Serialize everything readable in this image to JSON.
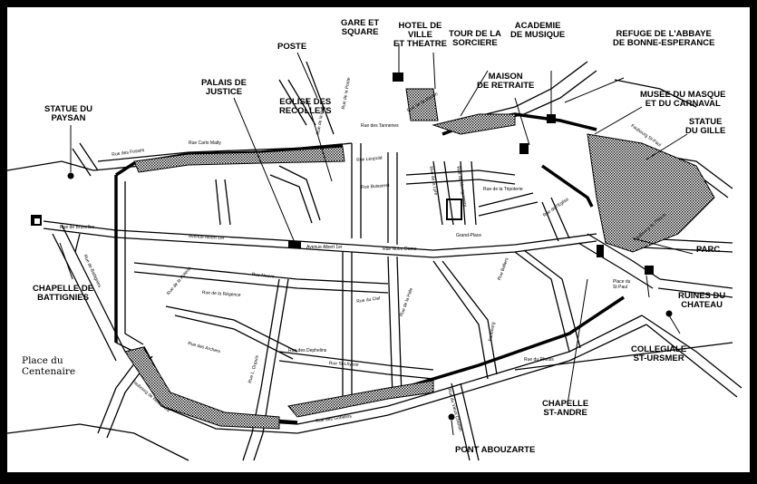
{
  "landmarks": {
    "poste": "POSTE",
    "gare": "GARE ET\nSQUARE",
    "hotel_de_ville": "HOTEL DE\nVILLE\nET THEATRE",
    "tour_sorciere": "TOUR DE LA\nSORCIERE",
    "academie": "ACADEMIE\nDE MUSIQUE",
    "refuge": "REFUGE DE L'ABBAYE\nDE BONNE-ESPERANCE",
    "palais_justice": "PALAIS DE\nJUSTICE",
    "eglise_recollets": "EGLISE DES\nRECOLLETS",
    "maison_retraite": "MAISON\nDE RETRAITE",
    "musee_masque": "MUSEE DU MASQUE\nET DU CARNAVAL",
    "statue_paysan": "STATUE DU\nPAYSAN",
    "statue_gille": "STATUE\nDU GILLE",
    "parc": "PARC",
    "chapelle_battignies": "CHAPELLE DE\nBATTIGNIES",
    "ruines_chateau": "RUINES DU\nCHATEAU",
    "collegiale": "COLLEGIALE\nST-URSMER",
    "chapelle_st_andre": "CHAPELLE\nST-ANDRE",
    "pont_abouzarte": "PONT ABOUZARTE",
    "place_centenaire": "Place du\nCentenaire"
  },
  "streets": {
    "rue_de_bruxelles": "Rue de Bruxelles",
    "avenue_albert_1": "Avenue Albert 1er",
    "avenue_albert_1_b": "Avenue Albert 1er",
    "rue_notre_dame": "Rue Notre Dame",
    "grand_place": "Grand-Place",
    "rue_carlo_malty": "Rue  Carlo  Malty",
    "rue_des_fosses": "Rue des Fossés",
    "rue_des_tanneries": "Rue des Tanneries",
    "rue_leopold": "Rue Léopold",
    "rue_buisseret": "Rue Buisseret",
    "rue_de_la_regence": "Rue de la Régence",
    "rue_neuve": "Rue Neuve",
    "rue_du_ciel": "Rue du Ciel",
    "rue_des_dephelins": "Rue des Dephelins",
    "rue_st_lhysse": "Rue St-Lhysse",
    "rue_de_la_tripoterie": "Rue de la Tripoterie",
    "rue_de_l_eglise": "Rue de l'Eglise",
    "faubourg_st_paul": "Faubourg St-Paul",
    "rue_du_pheuis": "Rue du Pheuis",
    "rue_des_archers": "Rue des Archers",
    "faubourg": "Faubourg",
    "rue_de_la_hale": "Rue de la Hale",
    "rue_ballers": "Rue Ballers",
    "rue_des_gobelins": "Rue des Gobelins",
    "rue_de_la_poterie": "Rue de la Poterie",
    "faubourg_de_beaumont": "Faubourg de Beaumont",
    "rue_de_vieux_chemin": "Rue du Vieux Chemin",
    "rue_l_dupuis": "Rue L. Dupuis",
    "rue_de_la_paix": "Rue de la Paix",
    "rue_de_la_station": "Rue de la Station",
    "faubourg_du_pheuis": "Faubourg du Pheuis",
    "place_st_paul": "Place du\nSt Paul",
    "rue_de_battignies": "Rue de Battignies",
    "rue_de_la_lyre": "Rue de la Lyre",
    "rue_de_montgomery": "Rue de Montgomery",
    "rue_de_la_poste": "Rue de la Poste"
  },
  "colors": {
    "background": "#000000",
    "paper": "#ffffff",
    "ink": "#000000"
  },
  "icons": [
    "point-marker-icon",
    "left-exit-arrow-icon",
    "hatched-wall-pattern"
  ]
}
